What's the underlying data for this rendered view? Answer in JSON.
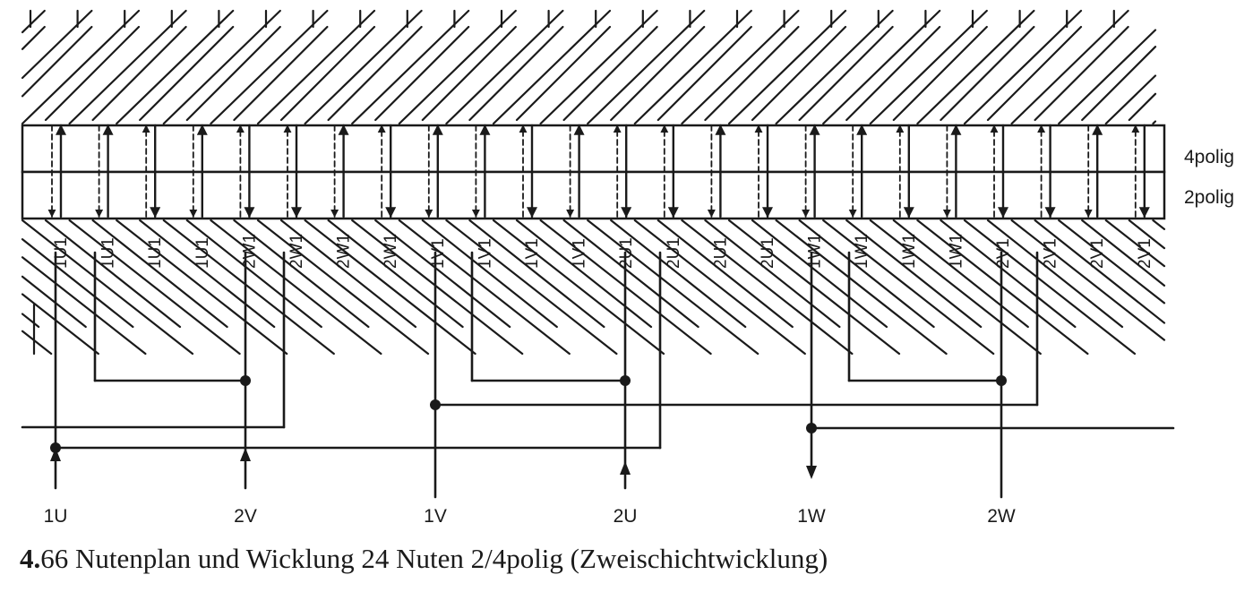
{
  "diagram": {
    "pole_labels": {
      "upper": "4polig",
      "lower": "2polig"
    },
    "coil_labels": [
      "1U1",
      "1U1",
      "1U1",
      "1U1",
      "2W1",
      "2W1",
      "2W1",
      "2W1",
      "1V1",
      "1V1",
      "1V1",
      "1V1",
      "2U1",
      "2U1",
      "2U1",
      "2U1",
      "1W1",
      "1W1",
      "1W1",
      "1W1",
      "2V1",
      "2V1",
      "2V1",
      "2V1"
    ],
    "terminals": [
      "1U",
      "2V",
      "1V",
      "2U",
      "1W",
      "2W"
    ],
    "slot_count": 24,
    "line_color": "#1a1a1a"
  },
  "caption": {
    "number": "4.",
    "text": "66 Nutenplan und Wicklung 24 Nuten 2/4polig (Zweischichtwicklung)"
  }
}
